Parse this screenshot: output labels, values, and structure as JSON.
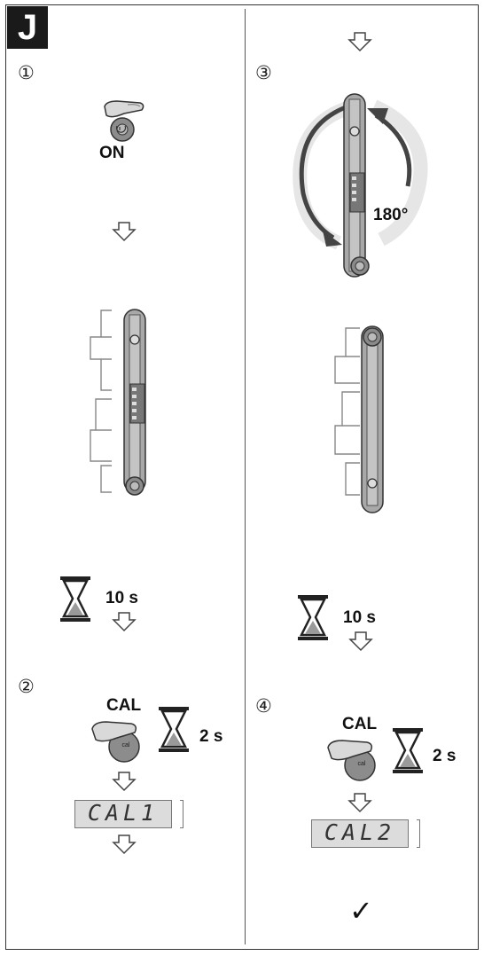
{
  "badge": "J",
  "steps": {
    "s1": "①",
    "s2": "②",
    "s3": "③",
    "s4": "④"
  },
  "labels": {
    "on": "ON",
    "wait1": "10 s",
    "wait3": "10 s",
    "cal2_label": "CAL",
    "cal2_time": "2 s",
    "cal4_label": "CAL",
    "cal4_time": "2 s",
    "rotation": "180°",
    "done": "✓"
  },
  "displays": {
    "d1": "CAL1",
    "d2": "CAL2"
  },
  "icons": {
    "power_button": "hand-pressing-power-button-icon",
    "cal_button": "hand-pressing-cal-button-icon",
    "hourglass": "hourglass-icon",
    "arrow": "down-arrow-icon",
    "device": "level-device-on-wall-icon",
    "rotate": "rotate-180-icon",
    "check": "checkmark-icon"
  }
}
